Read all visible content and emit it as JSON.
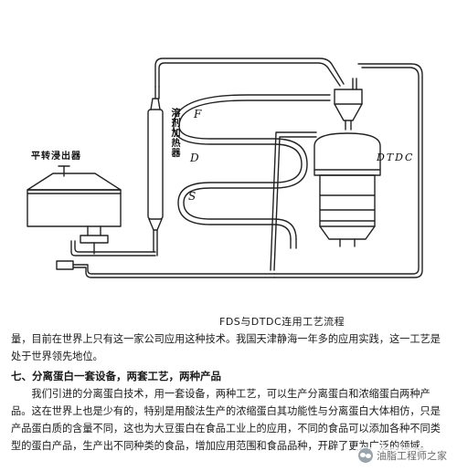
{
  "diagram": {
    "label_left": "平转浸出器",
    "label_vertical": "溶剂加热器",
    "label_f": "F",
    "label_d": "D",
    "label_s": "S",
    "label_dtdc": "DTDC"
  },
  "caption": "FDS与DTDC连用工艺流程",
  "paragraph_1": "量，目前在世界上只有这一家公司应用这种技术。我国天津静海一年多的应用实践，这一工艺是处于世界领先地位。",
  "heading": "七、分离蛋白一套设备，两套工艺，两种产品",
  "paragraph_2": "我们引进的分离蛋白技术，用一套设备，两种工艺，可以生产分离蛋白和浓缩蛋白两种产品。这在世界上也是少有的，特别是用酸法生产的浓缩蛋白其功能性与分离蛋白大体相仿，只是产品蛋白质的含量不同，这也为大豆蛋白在食品工业上的应用，不同的食品可以添加各种不同类型的蛋白产品，生产出不同种类的食品，增加应用范围和食品品种，开辟了更为广泛的领域。",
  "watermark": "油脂工程师之家"
}
